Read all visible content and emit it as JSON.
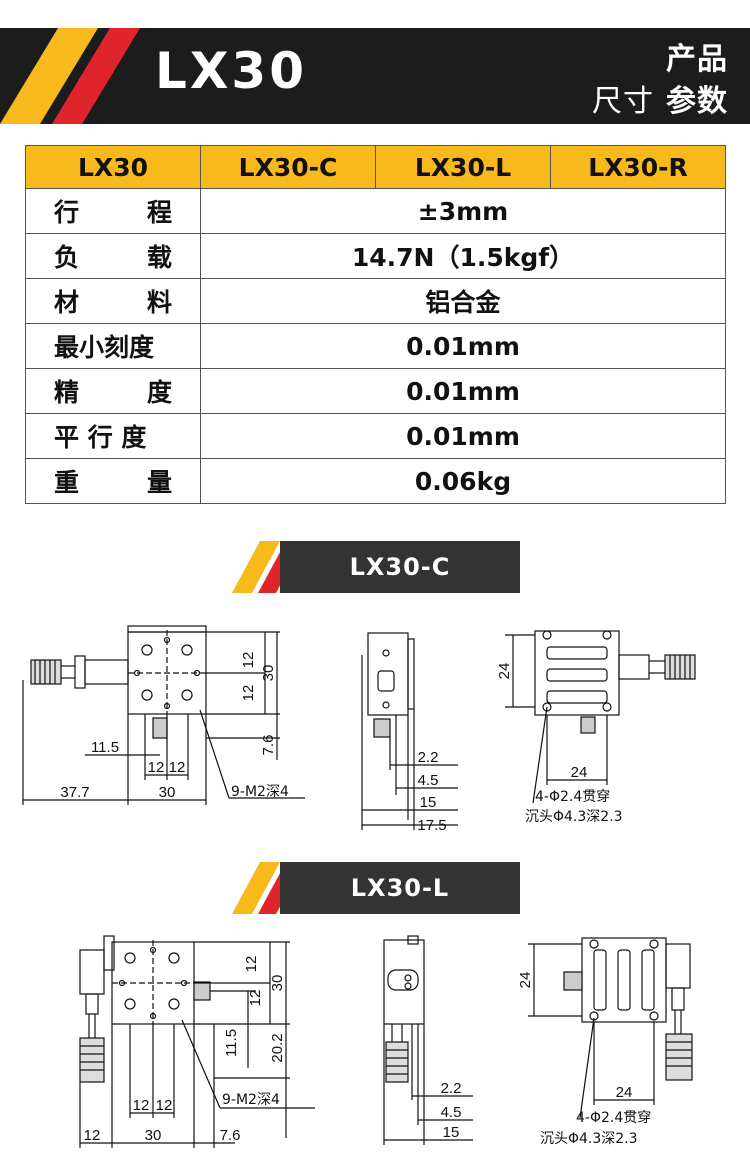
{
  "header": {
    "title": "LX30",
    "sub_line1": "产品",
    "sub_line2a": "尺寸",
    "sub_line2b": "参数",
    "colors": {
      "bar": "#1c1c1c",
      "yellow": "#f7b91c",
      "red": "#e0242b"
    }
  },
  "spec_table": {
    "models": [
      "LX30",
      "LX30-C",
      "LX30-L",
      "LX30-R"
    ],
    "rows": [
      {
        "label_a": "行",
        "label_b": "程",
        "value": "±3mm"
      },
      {
        "label_a": "负",
        "label_b": "载",
        "value": "14.7N（1.5kgf）"
      },
      {
        "label_a": "材",
        "label_b": "料",
        "value": "铝合金"
      },
      {
        "label_a": "最小刻度",
        "label_b": "",
        "value": "0.01mm"
      },
      {
        "label_a": "精",
        "label_b": "度",
        "value": "0.01mm"
      },
      {
        "label_a": "平 行 度",
        "label_b": "",
        "value": "0.01mm"
      },
      {
        "label_a": "重",
        "label_b": "量",
        "value": "0.06kg"
      }
    ]
  },
  "section_c": {
    "title": "LX30-C",
    "dims": {
      "d12a": "12",
      "d12b": "12",
      "d30": "30",
      "d76": "7.6",
      "d115": "11.5",
      "b12a": "12",
      "b12b": "12",
      "d377": "37.7",
      "b30": "30",
      "note": "9-M2深4",
      "s22": "2.2",
      "s45": "4.5",
      "s15": "15",
      "s175": "17.5",
      "r24v": "24",
      "r24h": "24",
      "hole1": "4-Φ2.4贯穿",
      "hole2": "沉头Φ4.3深2.3"
    }
  },
  "section_l": {
    "title": "LX30-L",
    "dims": {
      "d12a": "12",
      "d12b": "12",
      "d30": "30",
      "d115": "11.5",
      "d202": "20.2",
      "b12a": "12",
      "b12b": "12",
      "note": "9-M2深4",
      "b12": "12",
      "b30": "30",
      "b76": "7.6",
      "s22": "2.2",
      "s45": "4.5",
      "s15": "15",
      "r24v": "24",
      "r24h": "24",
      "hole1": "4-Φ2.4贯穿",
      "hole2": "沉头Φ4.3深2.3"
    }
  }
}
